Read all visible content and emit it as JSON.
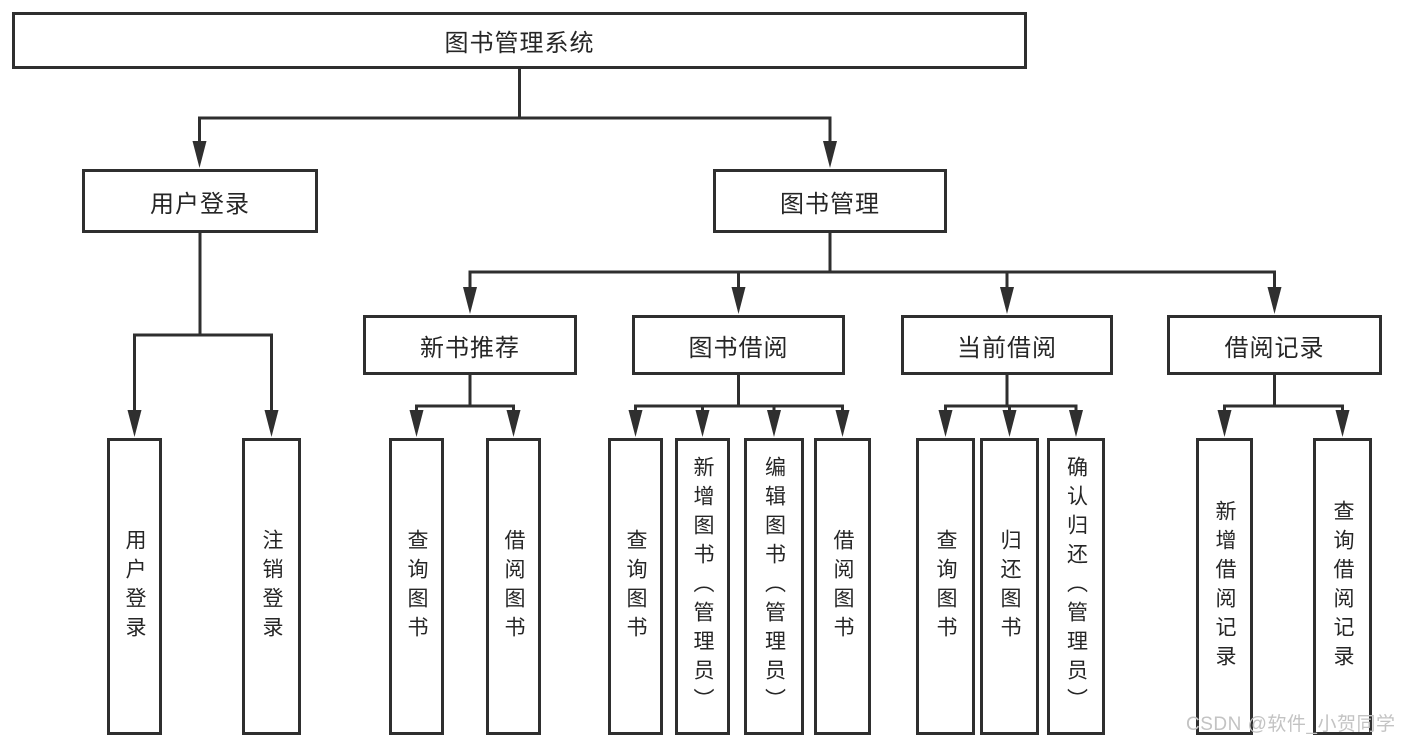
{
  "tree": {
    "root": {
      "label": "图书管理系统",
      "children": [
        {
          "label": "用户登录",
          "children": [
            {
              "label": "用户登录"
            },
            {
              "label": "注销登录"
            }
          ]
        },
        {
          "label": "图书管理",
          "children": [
            {
              "label": "新书推荐",
              "children": [
                {
                  "label": "查询图书"
                },
                {
                  "label": "借阅图书"
                }
              ]
            },
            {
              "label": "图书借阅",
              "children": [
                {
                  "label": "查询图书"
                },
                {
                  "label": "新增图书（管理员）"
                },
                {
                  "label": "编辑图书（管理员）"
                },
                {
                  "label": "借阅图书"
                }
              ]
            },
            {
              "label": "当前借阅",
              "children": [
                {
                  "label": "查询图书"
                },
                {
                  "label": "归还图书"
                },
                {
                  "label": "确认归还（管理员）"
                }
              ]
            },
            {
              "label": "借阅记录",
              "children": [
                {
                  "label": "新增借阅记录"
                },
                {
                  "label": "查询借阅记录"
                }
              ]
            }
          ]
        }
      ]
    }
  },
  "watermark": {
    "text": "CSDN @软件_小贺同学"
  },
  "colors": {
    "line": "#2f2f2f",
    "border": "#2f2f2f",
    "text": "#262626",
    "background": "#ffffff",
    "watermark": "#c3c3c3"
  }
}
